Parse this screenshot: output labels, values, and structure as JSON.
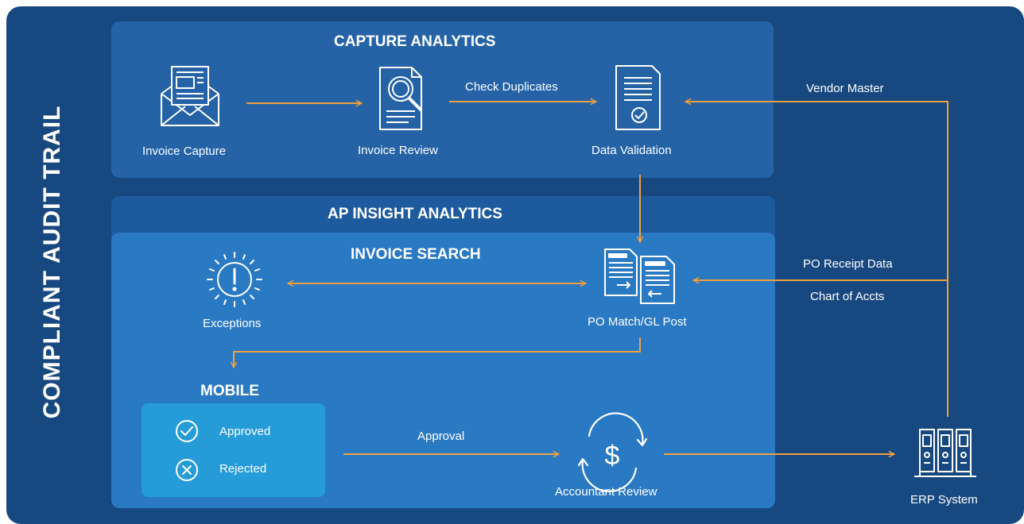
{
  "side_title": "COMPLIANT AUDIT TRAIL",
  "sections": {
    "capture": "CAPTURE ANALYTICS",
    "ap_insight": "AP INSIGHT ANALYTICS",
    "invoice_search": "INVOICE SEARCH",
    "mobile": "MOBILE"
  },
  "nodes": {
    "invoice_capture": {
      "label": "Invoice Capture",
      "icon": "envelope-invoice-icon"
    },
    "invoice_review": {
      "label": "Invoice Review",
      "icon": "magnifier-document-icon"
    },
    "data_validation": {
      "label": "Data Validation",
      "icon": "checked-document-icon"
    },
    "exceptions": {
      "label": "Exceptions",
      "icon": "alert-burst-icon"
    },
    "po_match": {
      "label": "PO Match/GL Post",
      "icon": "exchange-documents-icon"
    },
    "accountant_review": {
      "label": "Accountant Review",
      "icon": "dollar-cycle-icon"
    },
    "erp_system": {
      "label": "ERP System",
      "icon": "server-rack-icon"
    }
  },
  "mobile_options": [
    {
      "label": "Approved",
      "icon": "check-circle-icon"
    },
    {
      "label": "Rejected",
      "icon": "x-circle-icon"
    }
  ],
  "edge_labels": {
    "check_duplicates": "Check Duplicates",
    "vendor_master": "Vendor Master",
    "po_receipt": "PO Receipt Data",
    "chart_of_accts": "Chart of Accts",
    "approval": "Approval"
  },
  "colors": {
    "background": "#17487f",
    "capture_panel": "#2563a6",
    "ap_panel": "#1e5a9e",
    "search_panel": "#2a79c3",
    "mobile_panel": "#259bd8",
    "arrow": "#f0a040",
    "text": "#ffffff"
  }
}
